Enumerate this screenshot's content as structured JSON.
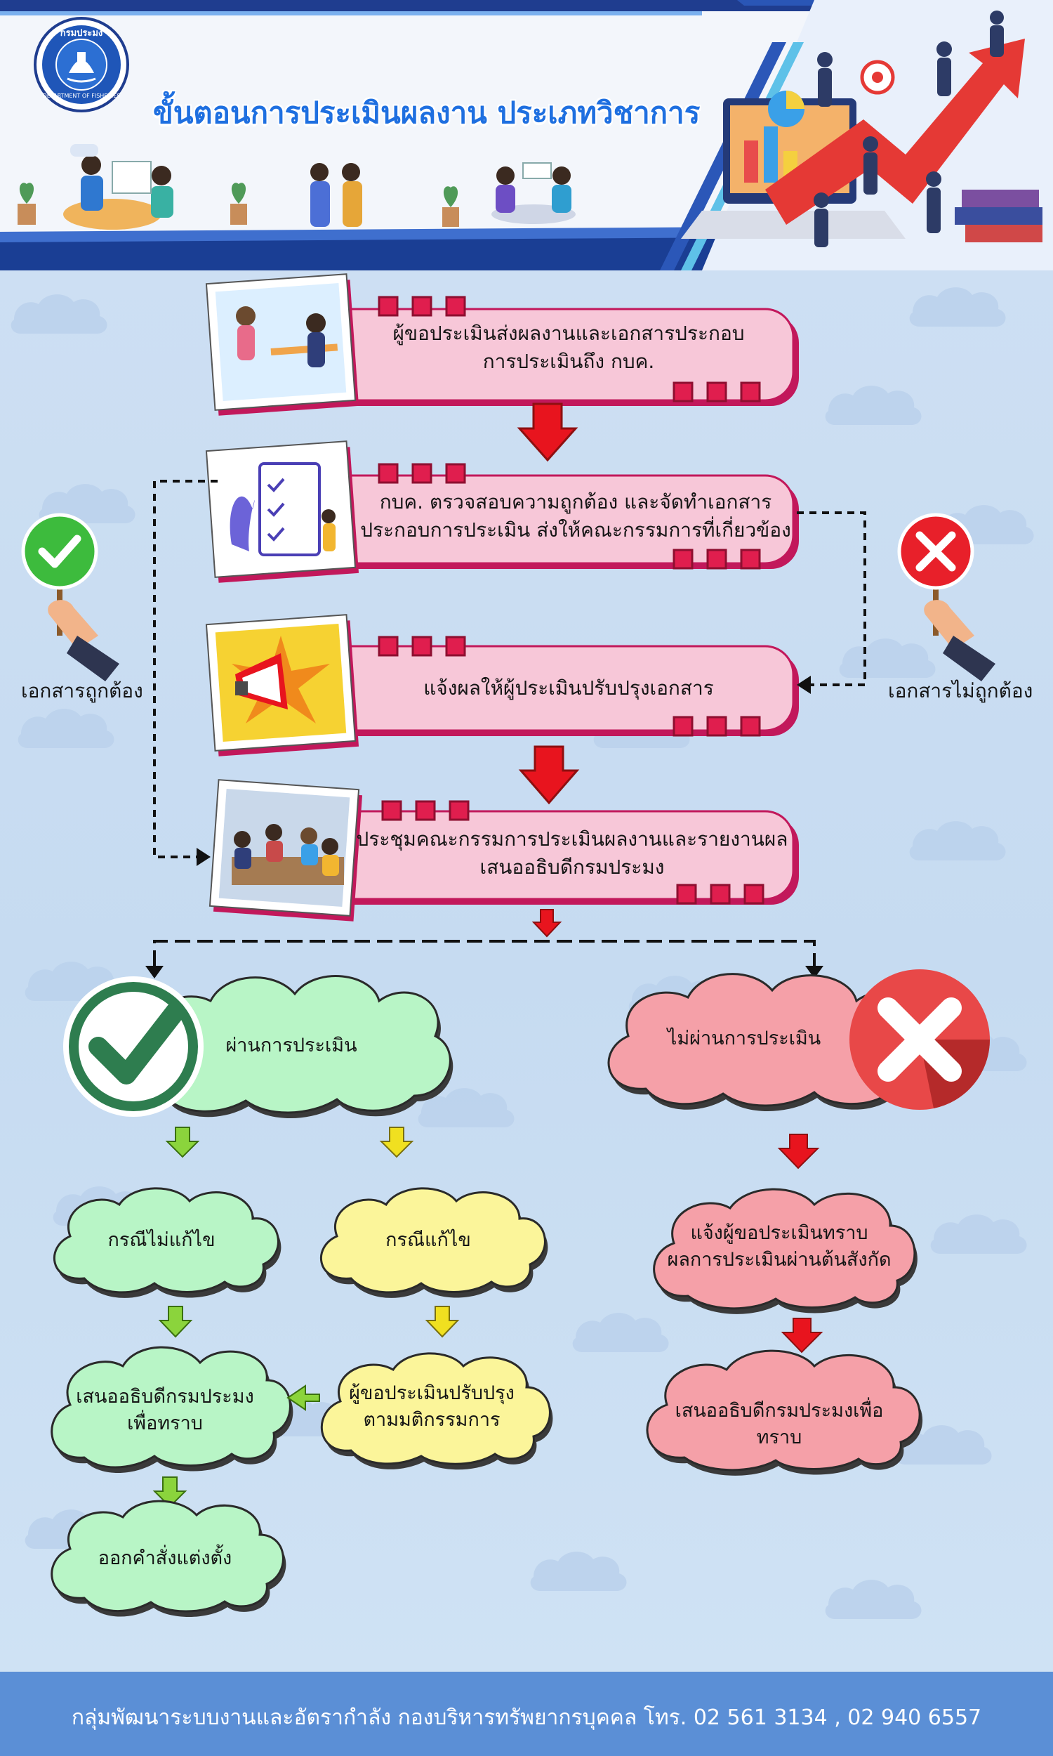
{
  "header": {
    "logo_text_top": "กรมประมง",
    "logo_text_bottom": "DEPARTMENT OF FISHERIES",
    "title": "ขั้นตอนการประเมินผลงาน ประเภทวิชาการ"
  },
  "steps": [
    {
      "line1": "ผู้ขอประเมินส่งผลงานและเอกสารประกอบ",
      "line2": "การประเมินถึง กบค."
    },
    {
      "line1": "กบค. ตรวจสอบความถูกต้อง และจัดทำเอกสาร",
      "line2": "ประกอบการประเมิน ส่งให้คณะกรรมการที่เกี่ยวข้อง"
    },
    {
      "line1": "แจ้งผลให้ผู้ประเมินปรับปรุงเอกสาร",
      "line2": ""
    },
    {
      "line1": "ประชุมคณะกรรมการประเมินผลงานและรายงานผล",
      "line2": "เสนออธิบดีกรมประมง"
    }
  ],
  "side_labels": {
    "correct": "เอกสารถูกต้อง",
    "incorrect": "เอกสารไม่ถูกต้อง"
  },
  "outcomes": {
    "pass": "ผ่านการประเมิน",
    "fail": "ไม่ผ่านการประเมิน"
  },
  "pass_branch": {
    "no_fix": "กรณีไม่แก้ไข",
    "fix": "กรณีแก้ไข",
    "propose_line1": "เสนออธิบดีกรมประมง",
    "propose_line2": "เพื่อทราบ",
    "revise_line1": "ผู้ขอประเมินปรับปรุง",
    "revise_line2": "ตามมติกรรมการ",
    "order": "ออกคำสั่งแต่งตั้ง"
  },
  "fail_branch": {
    "notify_line1": "แจ้งผู้ขอประเมินทราบ",
    "notify_line2": "ผลการประเมินผ่านต้นสังกัด",
    "propose": "เสนออธิบดีกรมประมงเพื่อทราบ"
  },
  "footer": {
    "text": "กลุ่มพัฒนาระบบงานและอัตรากำลัง  กองบริหารทรัพยากรบุคคล  โทร. 02 561 3134 , 02 940 6557"
  },
  "colors": {
    "step_fill": "#f7c7d8",
    "step_border": "#c2185b",
    "green_cloud": "#b8f5c6",
    "yellow_cloud": "#fbf59a",
    "red_cloud": "#f5a0a8",
    "arrow_red": "#e8141e",
    "arrow_green": "#8bd43c",
    "arrow_yellow": "#f0e020",
    "title_blue": "#1e6fe0",
    "footer_blue": "#5b8fd6"
  },
  "icons": {
    "correct_sign": "check-sign-icon",
    "incorrect_sign": "x-sign-icon",
    "pass_badge": "check-badge-icon",
    "fail_badge": "x-badge-icon"
  }
}
